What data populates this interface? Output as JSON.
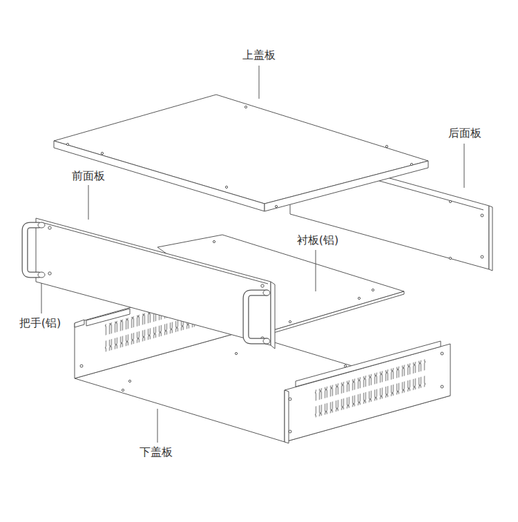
{
  "diagram": {
    "labels": [
      "上盖板",
      "后面板",
      "前面板",
      "衬板(铝)",
      "把手(铝)",
      "下盖板"
    ]
  }
}
